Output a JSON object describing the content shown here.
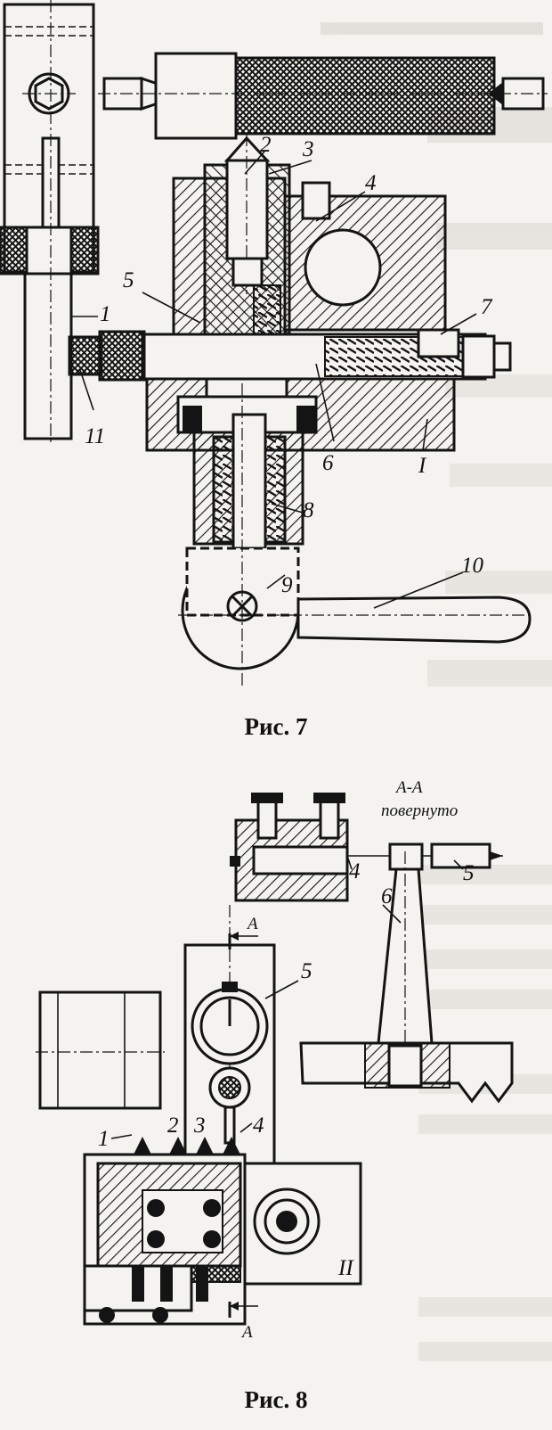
{
  "figure7": {
    "caption": "Рис. 7",
    "labels": [
      {
        "id": "1",
        "text": "1"
      },
      {
        "id": "2",
        "text": "2"
      },
      {
        "id": "3",
        "text": "3"
      },
      {
        "id": "4",
        "text": "4"
      },
      {
        "id": "5",
        "text": "5"
      },
      {
        "id": "6",
        "text": "6"
      },
      {
        "id": "7",
        "text": "7"
      },
      {
        "id": "8",
        "text": "8"
      },
      {
        "id": "9",
        "text": "9"
      },
      {
        "id": "10",
        "text": "10"
      },
      {
        "id": "11",
        "text": "11"
      },
      {
        "id": "1b",
        "text": "I"
      }
    ]
  },
  "figure8": {
    "caption": "Рис. 8",
    "section_title": "А-А",
    "section_subtitle": "повернуто",
    "section_marks": [
      "А",
      "А"
    ],
    "labels": [
      {
        "id": "1",
        "text": "1"
      },
      {
        "id": "2",
        "text": "2"
      },
      {
        "id": "3",
        "text": "3"
      },
      {
        "id": "4",
        "text": "4"
      },
      {
        "id": "5",
        "text": "5"
      },
      {
        "id": "II",
        "text": "II"
      },
      {
        "id": "s4",
        "text": "4"
      },
      {
        "id": "s5",
        "text": "5"
      },
      {
        "id": "s6",
        "text": "6"
      }
    ]
  },
  "colors": {
    "ink": "#141414",
    "paper": "#f4f3ef",
    "bleed": "#cfcdc7"
  }
}
